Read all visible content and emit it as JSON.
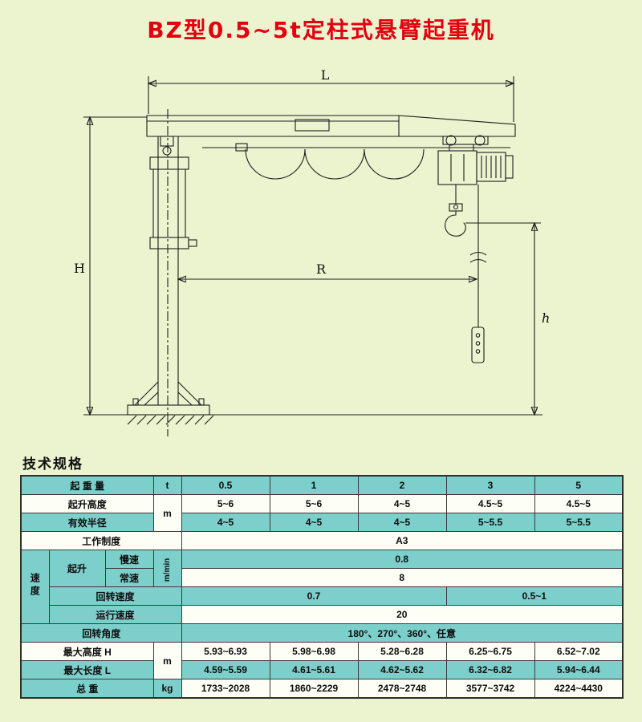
{
  "page": {
    "title": "BZ型0.5~5t定柱式悬臂起重机",
    "section_heading": "技术规格"
  },
  "colors": {
    "background": "#ecf3cf",
    "title_red": "#e3000f",
    "row_teal": "#7ccfcb",
    "row_white": "#fdfef6"
  },
  "diagram": {
    "dim_span": "L",
    "dim_height": "H",
    "dim_radius": "R",
    "dim_hook_height": "h"
  },
  "table": {
    "capacity": {
      "label": "起 重 量",
      "unit": "t",
      "v": [
        "0.5",
        "1",
        "2",
        "3",
        "5"
      ]
    },
    "lift_height": {
      "label": "起升高度",
      "unit": "m",
      "v": [
        "5~6",
        "5~6",
        "4~5",
        "4.5~5",
        "4.5~5"
      ]
    },
    "radius": {
      "label": "有效半径",
      "v": [
        "4~5",
        "4~5",
        "4~5",
        "5~5.5",
        "5~5.5"
      ]
    },
    "duty": {
      "label": "工作制度",
      "value": "A3"
    },
    "speed": {
      "group": "速度",
      "lift": "起升",
      "slow": "慢速",
      "normal": "常速",
      "unit": "m/min",
      "slow_value": "0.8",
      "normal_value": "8",
      "slew_label": "回转速度",
      "slew_v1": "0.7",
      "slew_v2": "0.5~1",
      "travel_label": "运行速度",
      "travel_value": "20"
    },
    "slew_angle": {
      "label": "回转角度",
      "value": "180°、270°、360°、任意"
    },
    "max_height": {
      "label": "最大高度 H",
      "unit": "m",
      "v": [
        "5.93~6.93",
        "5.98~6.98",
        "5.28~6.28",
        "6.25~6.75",
        "6.52~7.02"
      ]
    },
    "max_length": {
      "label": "最大长度 L",
      "v": [
        "4.59~5.59",
        "4.61~5.61",
        "4.62~5.62",
        "6.32~6.82",
        "5.94~6.44"
      ]
    },
    "total_weight": {
      "label": "总 重",
      "unit": "kg",
      "v": [
        "1733~2028",
        "1860~2229",
        "2478~2748",
        "3577~3742",
        "4224~4430"
      ]
    }
  }
}
